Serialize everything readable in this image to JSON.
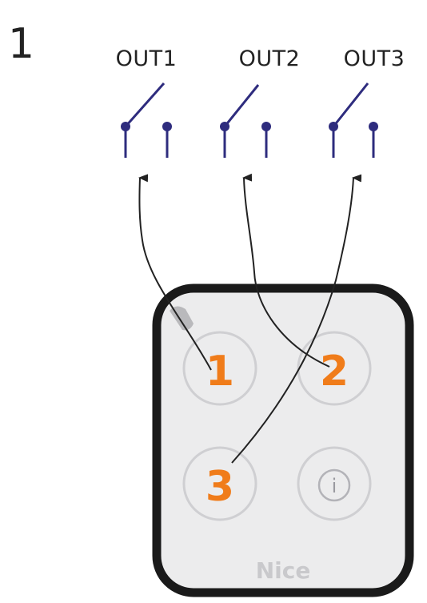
{
  "step_number": "1",
  "outputs": [
    {
      "label": "OUT1"
    },
    {
      "label": "OUT2"
    },
    {
      "label": "OUT3"
    }
  ],
  "remote": {
    "buttons": [
      {
        "label": "1"
      },
      {
        "label": "2"
      },
      {
        "label": "3"
      },
      {
        "label": "i"
      }
    ],
    "brand": "Nice"
  },
  "mapping": [
    {
      "button": "1",
      "output": "OUT1"
    },
    {
      "button": "2",
      "output": "OUT2"
    },
    {
      "button": "3",
      "output": "OUT3"
    }
  ],
  "colors": {
    "switch": "#2e2c7e",
    "button_label": "#f07c1a",
    "remote_outline": "#1a1a1a",
    "remote_body": "#ececed",
    "button_ring": "#cfcfd2",
    "info_text": "#9a9aa0",
    "brand_text": "#c9c9cc",
    "arrow": "#222222"
  }
}
